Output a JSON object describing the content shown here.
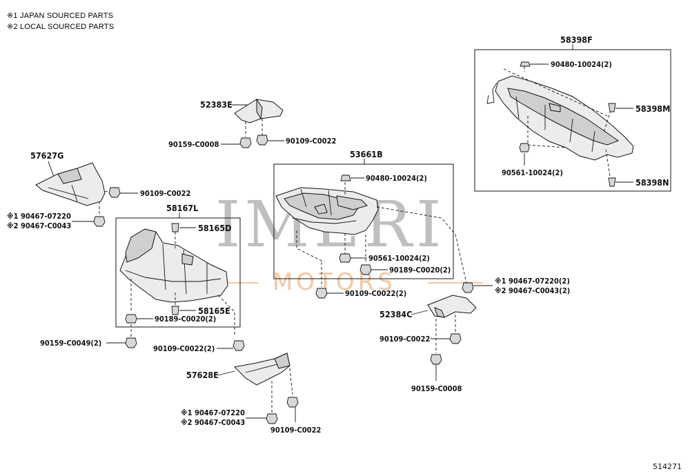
{
  "legend": [
    "※1 JAPAN SOURCED PARTS",
    "※2 LOCAL SOURCED PARTS"
  ],
  "watermark": {
    "main": "IMERI",
    "sub": "MOTORS",
    "color": "#f0a060"
  },
  "diagram_code": "514271",
  "parts": {
    "p58398F": "58398F",
    "p90480_top": "90480-10024(2)",
    "p58398M": "58398M",
    "p90561_top": "90561-10024(2)",
    "p58398N": "58398N",
    "p52383E": "52383E",
    "p90159_c0008_a": "90159-C0008",
    "p90109_c0022_a": "90109-C0022",
    "p53661B": "53661B",
    "p90480_mid": "90480-10024(2)",
    "p90561_mid": "90561-10024(2)",
    "p90189_mid": "90189-C0020(2)",
    "p90109_c0022_2_a": "90109-C0022(2)",
    "p90467_r1": "※1 90467-07220(2)",
    "p90467_r2": "※2 90467-C0043(2)",
    "p57627G": "57627G",
    "p90109_c0022_b": "90109-C0022",
    "p90467_l1": "※1 90467-07220",
    "p90467_l2": "※2 90467-C0043",
    "p58167L": "58167L",
    "p58165D": "58165D",
    "p58165E": "58165E",
    "p90189_left": "90189-C0020(2)",
    "p90159_c0049": "90159-C0049(2)",
    "p90109_c0022_2_b": "90109-C0022(2)",
    "p52384C": "52384C",
    "p90109_c0022_c": "90109-C0022",
    "p90159_c0008_b": "90159-C0008",
    "p57628E": "57628E",
    "p90467_b1": "※1 90467-07220",
    "p90467_b2": "※2 90467-C0043",
    "p90109_c0022_d": "90109-C0022"
  }
}
